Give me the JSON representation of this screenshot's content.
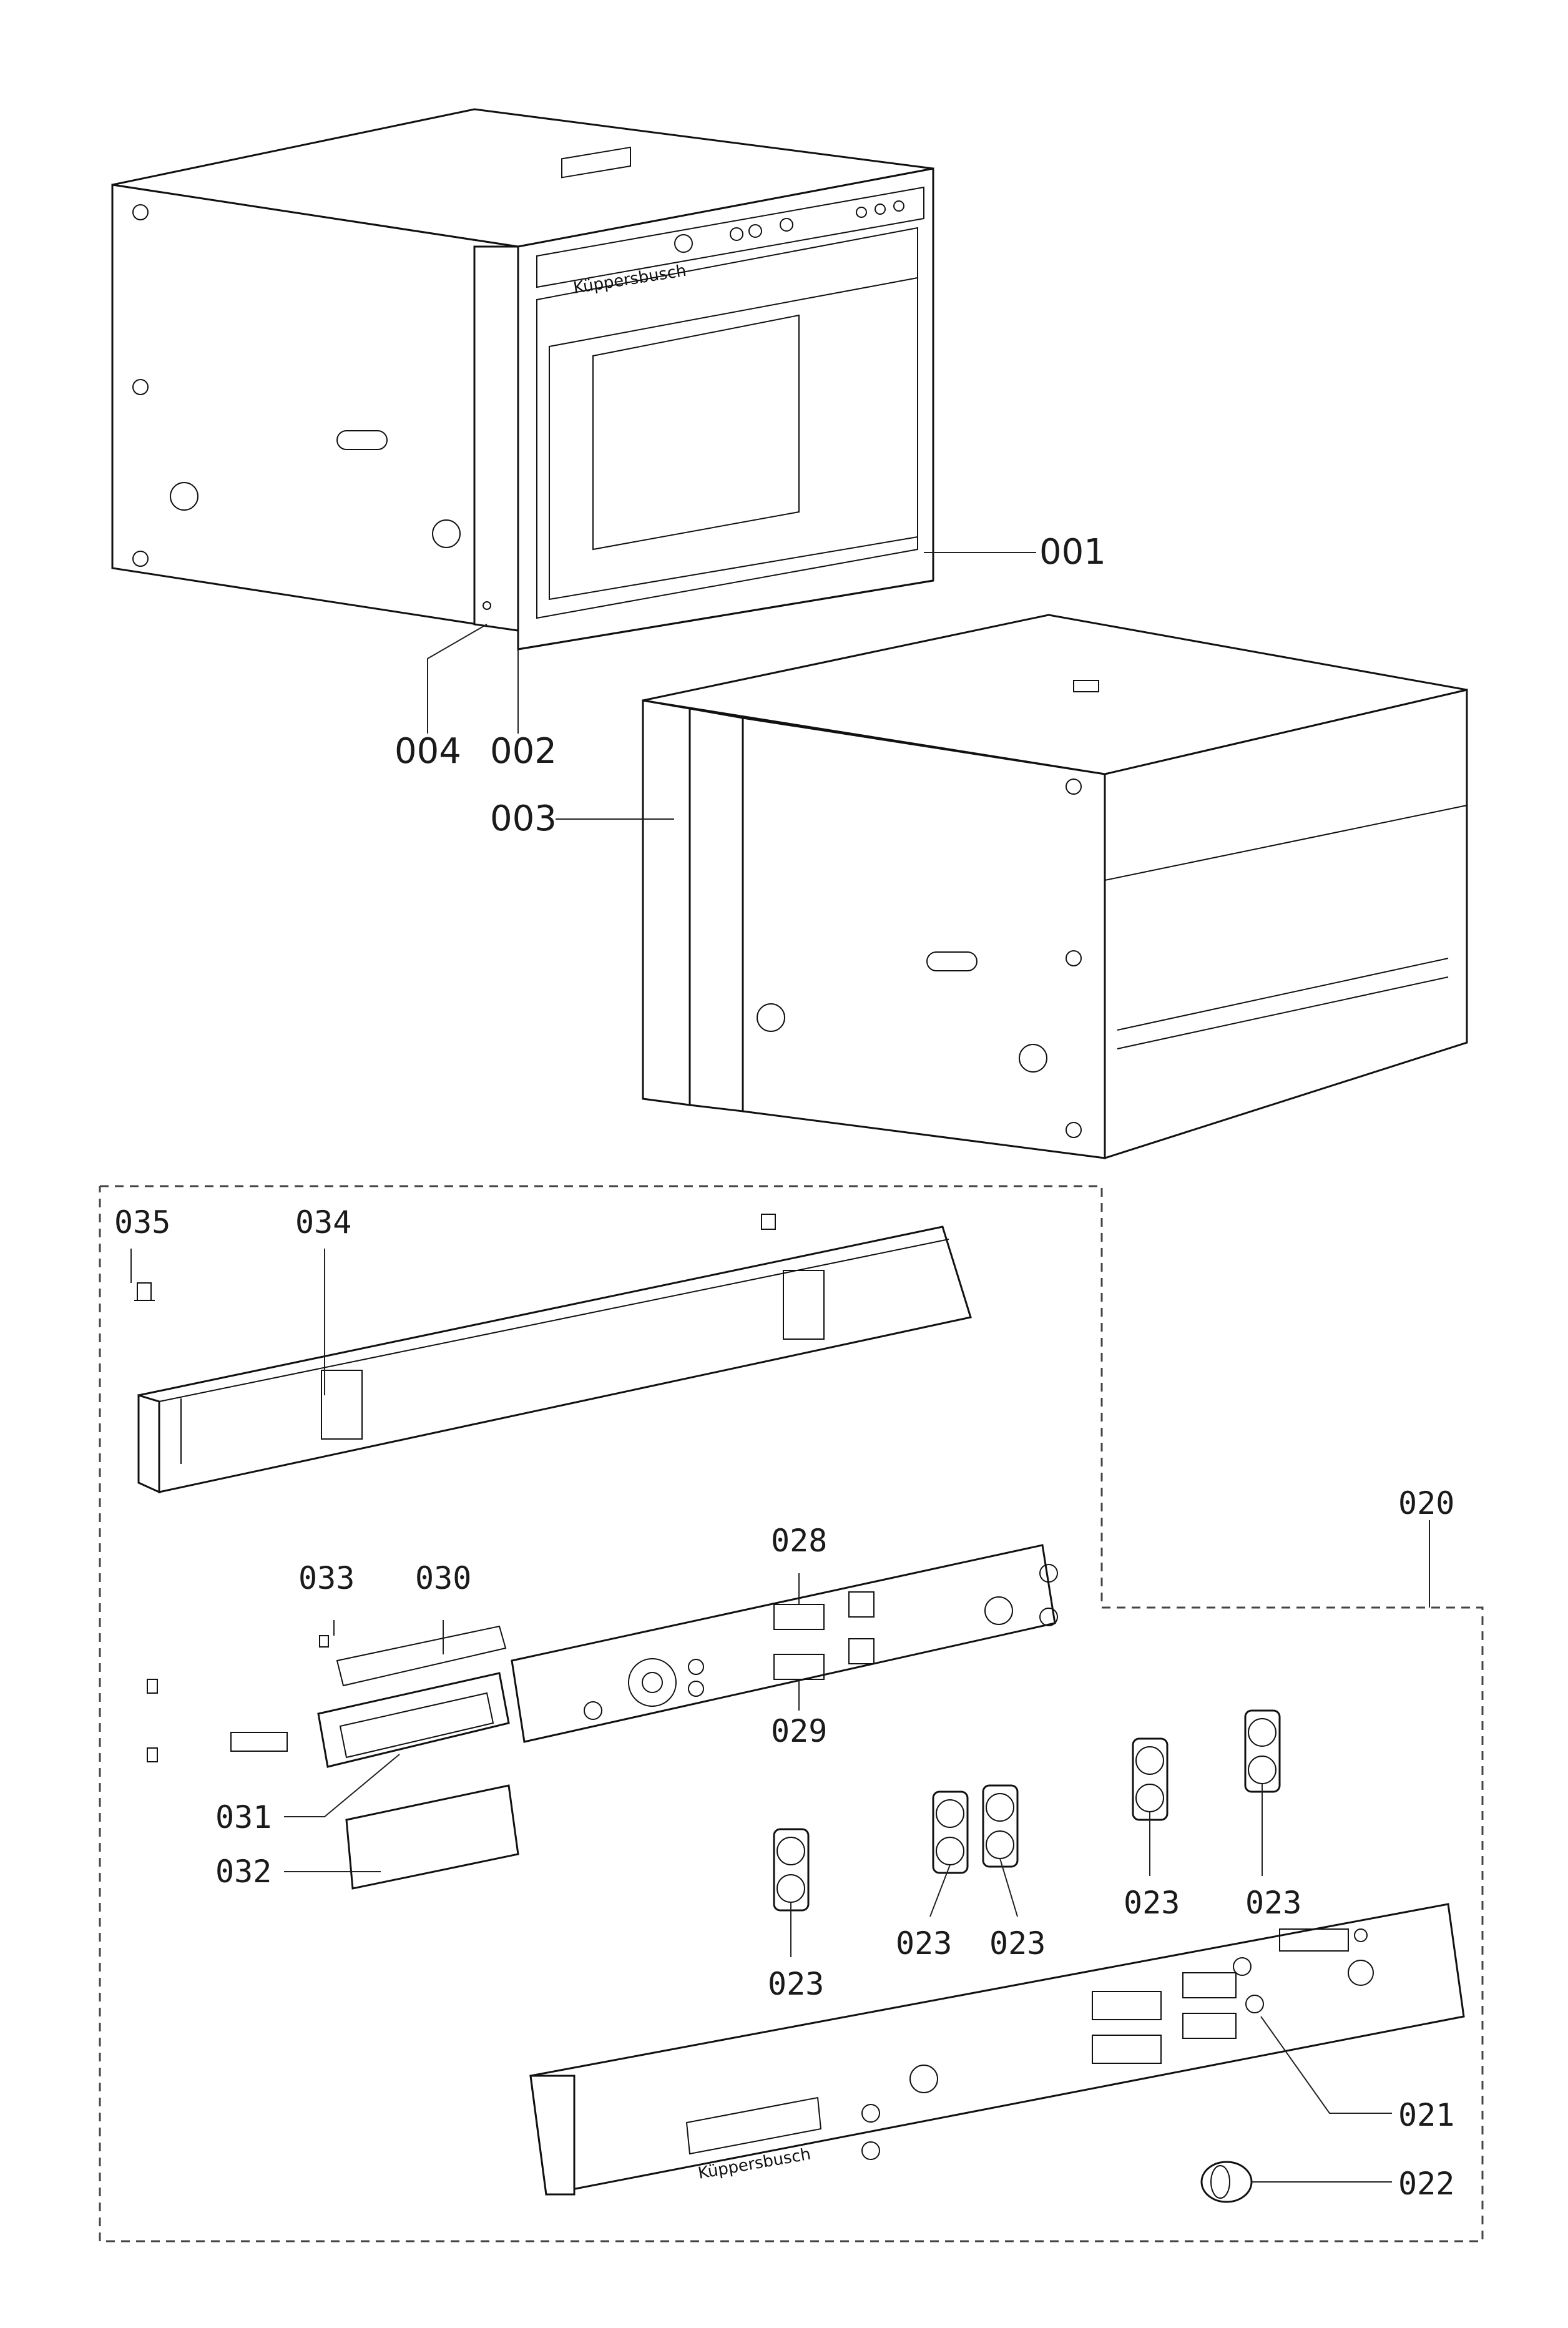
{
  "labels": {
    "001": "001",
    "002": "002",
    "003": "003",
    "004": "004",
    "020": "020",
    "021": "021",
    "022": "022",
    "023": "023",
    "028": "028",
    "029": "029",
    "030": "030",
    "031": "031",
    "032": "032",
    "033": "033",
    "034": "034",
    "035": "035"
  },
  "brand_text": "Küppersbusch"
}
